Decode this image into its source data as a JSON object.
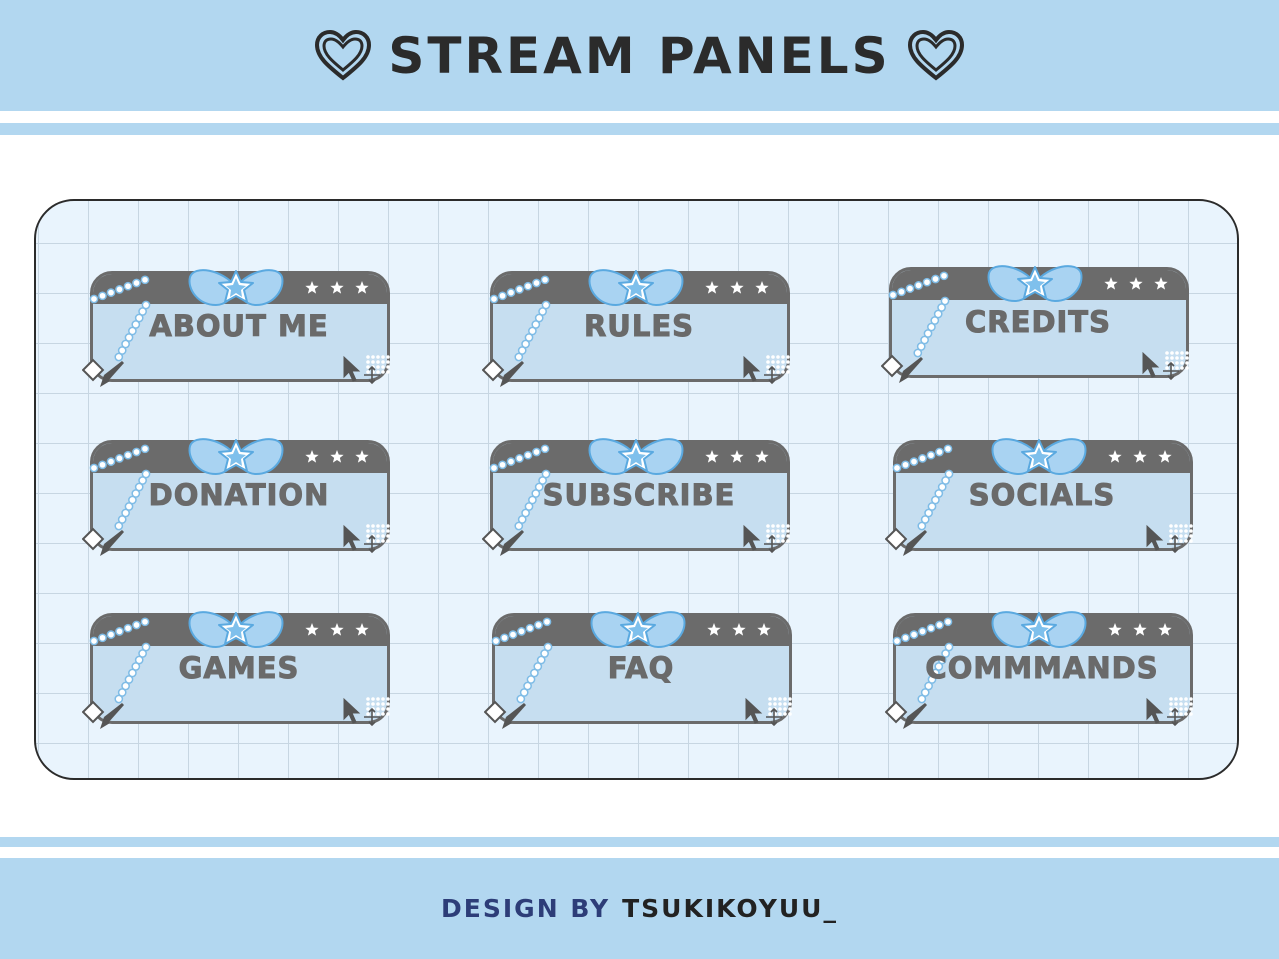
{
  "header": {
    "title": "STREAM PANELS",
    "left_icon": "heart-outline-icon",
    "right_icon": "heart-outline-icon"
  },
  "panels": [
    {
      "label": "ABOUT ME"
    },
    {
      "label": "RULES"
    },
    {
      "label": "CREDITS"
    },
    {
      "label": "DONATION"
    },
    {
      "label": "SUBSCRIBE"
    },
    {
      "label": "SOCIALS"
    },
    {
      "label": "GAMES"
    },
    {
      "label": "FAQ"
    },
    {
      "label": "COMMMANDS"
    }
  ],
  "panel_icons": [
    "bow-icon",
    "star-icon",
    "pen-tool-icon",
    "cursor-icon",
    "move-arrows-icon"
  ],
  "footer": {
    "prefix": "DESIGN BY",
    "name": "TSUKIKOYUU_"
  },
  "colors": {
    "band": "#b2d7f0",
    "board": "#e9f4fd",
    "panel_fill": "#c6def0",
    "panel_border": "#6b6b6b",
    "bow": "#a9d3f2",
    "text": "#6a6a6a",
    "title": "#2b2b2b",
    "credit_prefix": "#2d3d78"
  }
}
